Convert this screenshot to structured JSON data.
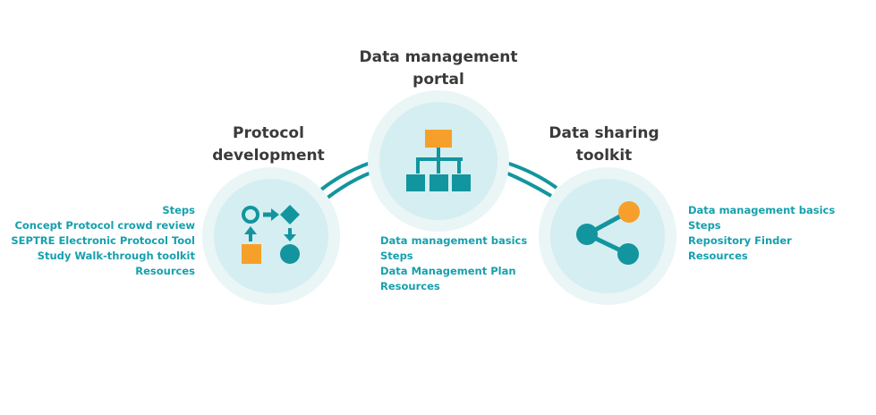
{
  "colors": {
    "teal": "#12959f",
    "link": "#16a0ad",
    "orange": "#f6a02b",
    "circle_outer": "#eaf5f6",
    "circle_inner": "#d5eef1",
    "title": "#3a3a3a"
  },
  "nodes": {
    "protocol": {
      "title_line1": "Protocol",
      "title_line2": "development",
      "icon": "workflow-icon",
      "links": [
        "Steps",
        "Concept Protocol crowd review",
        "SEPTRE Electronic Protocol Tool",
        "Study Walk-through toolkit",
        "Resources"
      ]
    },
    "portal": {
      "title_line1": "Data management",
      "title_line2": "portal",
      "icon": "hierarchy-icon",
      "links": [
        "Data management basics",
        "Steps",
        "Data Management Plan",
        "Resources"
      ]
    },
    "sharing": {
      "title_line1": "Data sharing",
      "title_line2": "toolkit",
      "icon": "share-icon",
      "links": [
        "Data management basics",
        "Steps",
        "Repository Finder",
        "Resources"
      ]
    }
  }
}
